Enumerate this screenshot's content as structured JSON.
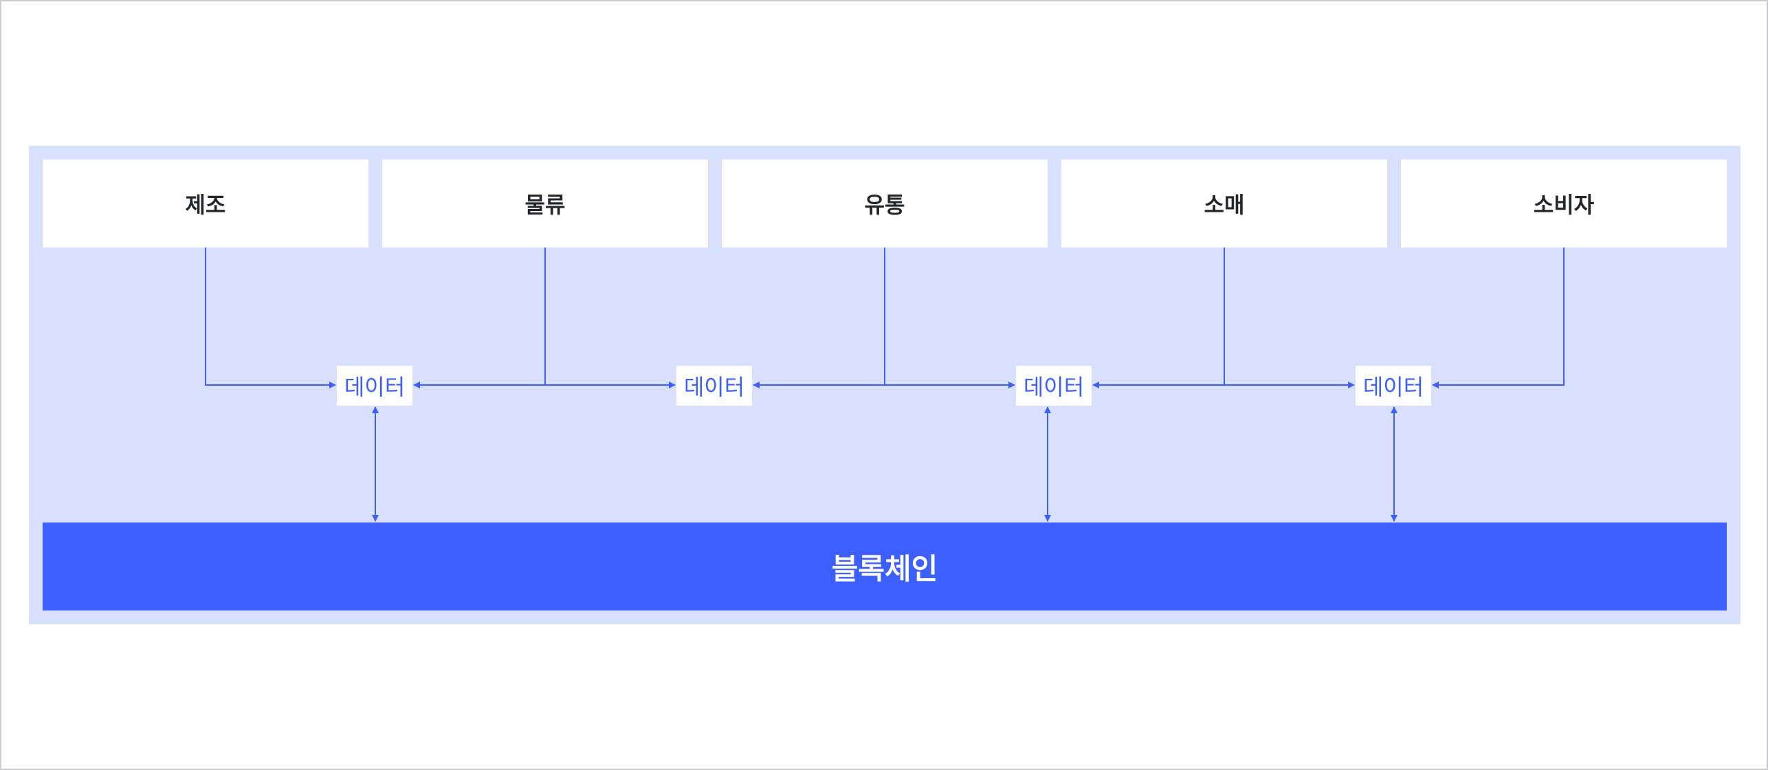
{
  "diagram": {
    "stages": [
      {
        "label": "제조"
      },
      {
        "label": "물류"
      },
      {
        "label": "유통"
      },
      {
        "label": "소매"
      },
      {
        "label": "소비자"
      }
    ],
    "data_nodes": [
      {
        "label": "데이터"
      },
      {
        "label": "데이터"
      },
      {
        "label": "데이터"
      },
      {
        "label": "데이터"
      }
    ],
    "blockchain": {
      "label": "블록체인"
    },
    "colors": {
      "panel_background": "#d9e0fd",
      "accent_blue": "#3d5fff",
      "stage_text": "#23262b",
      "box_background": "#ffffff"
    }
  }
}
